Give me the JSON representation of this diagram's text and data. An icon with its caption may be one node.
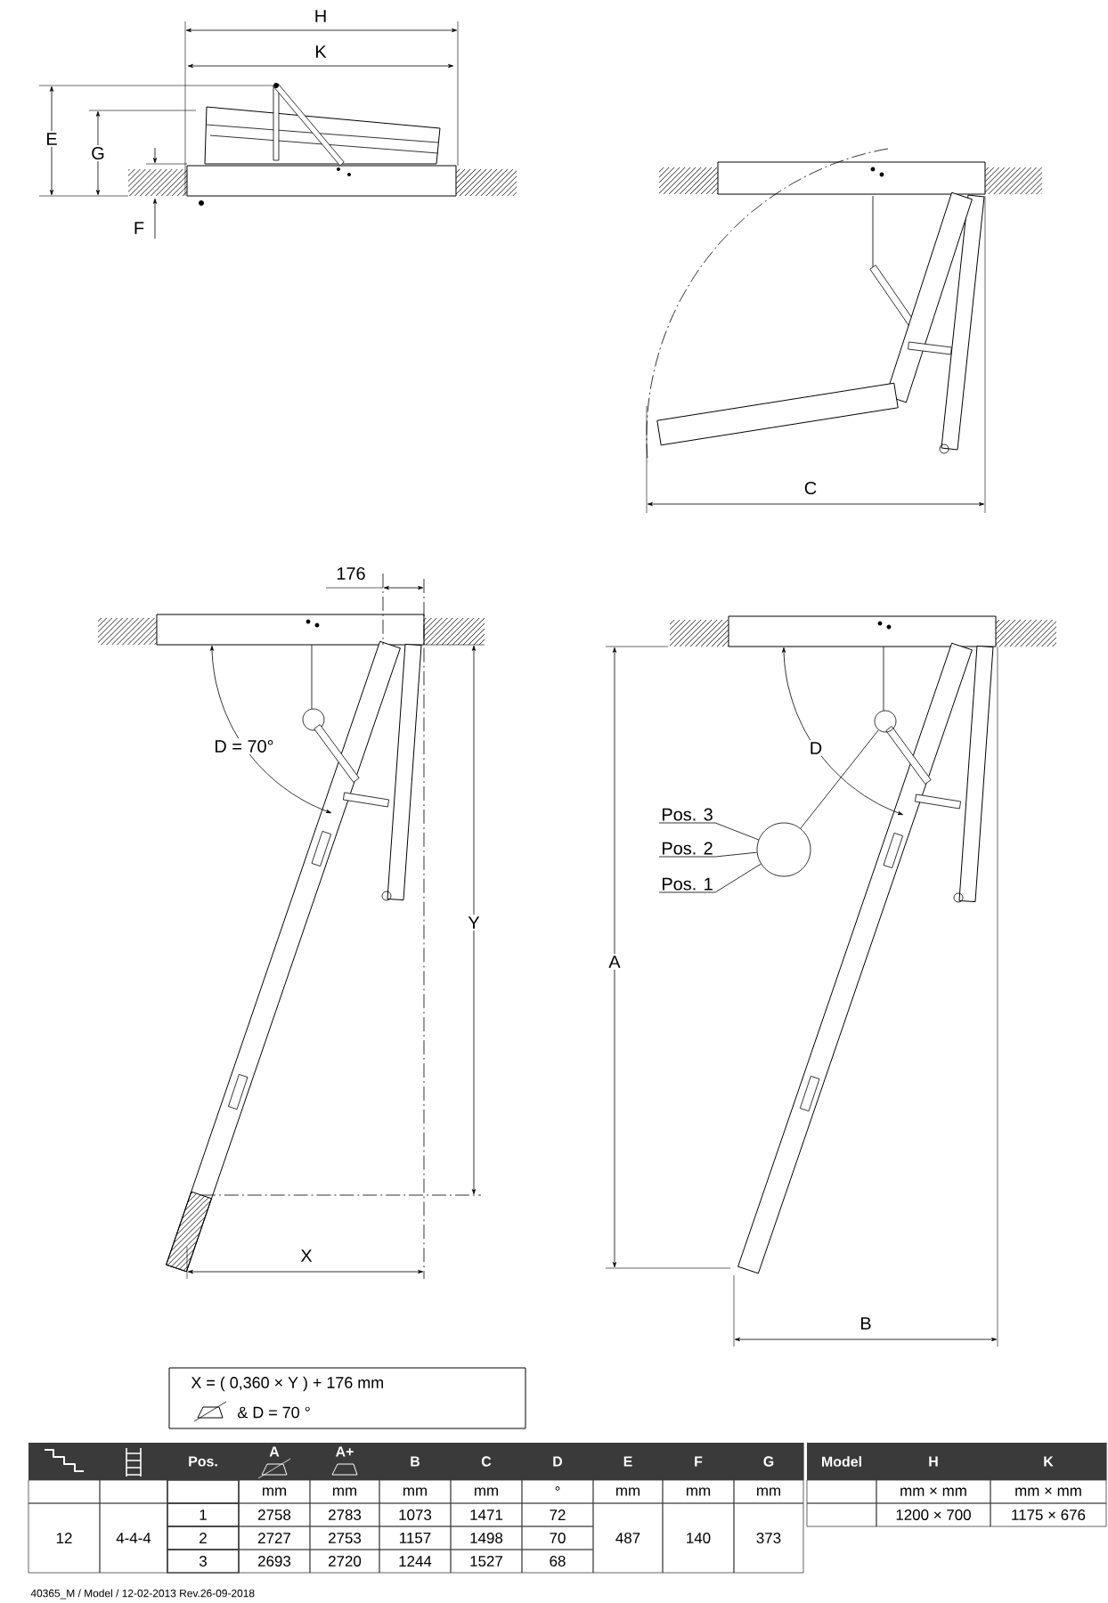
{
  "diagram": {
    "nodes": [
      {
        "text": [
          "Pos. 3"
        ]
      },
      {
        "text": [
          "Pos. 2"
        ]
      },
      {
        "text": [
          "Pos. 1"
        ]
      },
      {
        "text": [],
        "shape": "circle"
      },
      {
        "text": [],
        "shape": "circle"
      }
    ],
    "edges": [
      {
        "from": 0,
        "to": 3,
        "arrow": "none"
      },
      {
        "from": 1,
        "to": 3,
        "arrow": "none"
      },
      {
        "from": 2,
        "to": 3,
        "arrow": "none"
      },
      {
        "from": 3,
        "to": 4,
        "arrow": "none"
      }
    ],
    "labels": [
      "H",
      "K",
      "E",
      "G",
      "F",
      "C",
      "176",
      "D = 70°",
      "Y",
      "X",
      "D",
      "A",
      "B",
      "X = ( 0,360 × Y ) + 176 mm",
      "& D = 70 °",
      "Pos.",
      "A",
      "A+",
      "B",
      "C",
      "D",
      "E",
      "F",
      "G",
      "Model",
      "H",
      "K",
      "mm",
      "mm",
      "mm",
      "mm",
      "°",
      "mm",
      "mm",
      "mm",
      "mm × mm",
      "mm × mm",
      "12",
      "4-4-4",
      "1",
      "2758",
      "2783",
      "1073",
      "1471",
      "72",
      "487",
      "140",
      "373",
      "1200 × 700",
      "1175 × 676",
      "2",
      "2727",
      "2753",
      "1157",
      "1498",
      "70",
      "3",
      "2693",
      "2720",
      "1244",
      "1527",
      "68",
      "40365_M / Model / 12-02-2013 Rev.26-09-2018"
    ]
  }
}
